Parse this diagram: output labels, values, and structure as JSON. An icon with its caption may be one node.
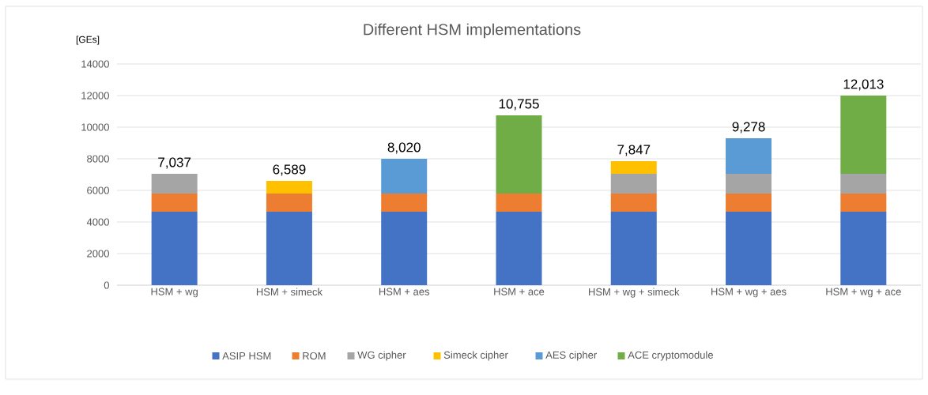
{
  "diagram": {
    "chart_data": {
      "type": "bar",
      "stacked": true,
      "orientation": "vertical",
      "title": "Different HSM implementations",
      "ylabel": "[GEs]",
      "categories": [
        "HSM + wg",
        "HSM + simeck",
        "HSM + aes",
        "HSM + ace",
        "HSM + wg + simeck",
        "HSM + wg + aes",
        "HSM + wg + ace"
      ],
      "series": [
        {
          "name": "ASIP HSM",
          "color": "#4472c4",
          "values": [
            4650,
            4650,
            4650,
            4650,
            4650,
            4650,
            4650
          ]
        },
        {
          "name": "ROM",
          "color": "#ed7d31",
          "values": [
            1150,
            1150,
            1150,
            1150,
            1150,
            1150,
            1150
          ]
        },
        {
          "name": "WG cipher",
          "color": "#a5a5a5",
          "values": [
            1250,
            null,
            null,
            null,
            1250,
            1250,
            1250
          ]
        },
        {
          "name": "Simeck cipher",
          "color": "#ffc000",
          "values": [
            null,
            800,
            null,
            null,
            800,
            null,
            null
          ]
        },
        {
          "name": "AES cipher",
          "color": "#5b9bd5",
          "values": [
            null,
            null,
            2200,
            null,
            null,
            2250,
            null
          ]
        },
        {
          "name": "ACE cryptomodule",
          "color": "#70ad47",
          "values": [
            null,
            null,
            null,
            4950,
            null,
            null,
            4950
          ]
        }
      ],
      "grid": "y",
      "legend": "bottom",
      "ylim": [
        0,
        14000
      ],
      "yticks": [
        0,
        2000,
        4000,
        6000,
        8000,
        10000,
        12000,
        14000
      ],
      "value_labels": [
        "7,037",
        "6,589",
        "8,020",
        "10,755",
        "7,847",
        "9,278",
        "12,013"
      ]
    }
  }
}
